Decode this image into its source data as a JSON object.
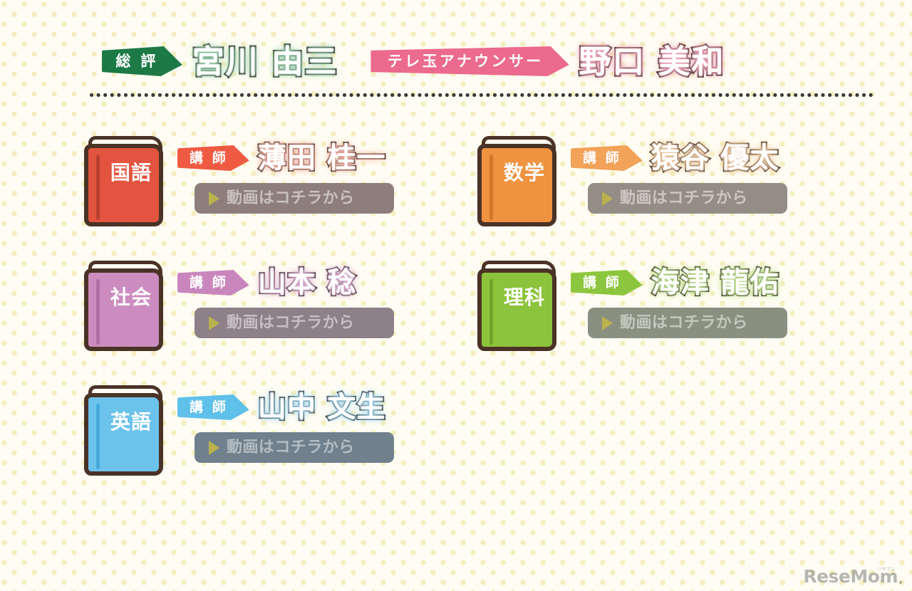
{
  "header": {
    "overall_tag": "総 評",
    "overall_name": "宮川 由三",
    "announcer_tag": "テレ玉アナウンサー",
    "announcer_name": "野口 美和",
    "overall_tag_color": "#1d7a47",
    "announcer_tag_color": "#ec6a8c"
  },
  "common": {
    "teacher_tag": "講 師",
    "video_label": "動画はコチラから",
    "play_icon": "play-triangle-icon"
  },
  "subjects": [
    {
      "label": "国語",
      "teacher_tag": "講 師",
      "teacher_name": "薄田 桂一",
      "video_label": "動画はコチラから",
      "book_color": "#e2543f",
      "book_spine_color": "#b8402f",
      "tag_color": "#ef5b42",
      "name_glow": "#f0b3a6",
      "video_bg": "#8e7e7b",
      "video_text": "#c9c1bf"
    },
    {
      "label": "数学",
      "teacher_tag": "講 師",
      "teacher_name": "猿谷 優太",
      "video_label": "動画はコチラから",
      "book_color": "#ef9340",
      "book_spine_color": "#d4772a",
      "tag_color": "#f2a259",
      "name_glow": "#efc9a1",
      "video_bg": "#948d85",
      "video_text": "#cbc7c1"
    },
    {
      "label": "社会",
      "teacher_tag": "講 師",
      "teacher_name": "山本 稔",
      "video_label": "動画はコチラから",
      "book_color": "#cc8cc0",
      "book_spine_color": "#b06fa5",
      "tag_color": "#c986bd",
      "name_glow": "#e0b6da",
      "video_bg": "#8d8089",
      "video_text": "#c6bfc4"
    },
    {
      "label": "理科",
      "teacher_tag": "講 師",
      "teacher_name": "海津 龍佑",
      "video_label": "動画はコチラから",
      "book_color": "#8cc33c",
      "book_spine_color": "#6fa32a",
      "tag_color": "#8cc63f",
      "name_glow": "#bbdd8f",
      "video_bg": "#8a9080",
      "video_text": "#c4c8bd"
    },
    {
      "label": "英語",
      "teacher_tag": "講 師",
      "teacher_name": "山中 文生",
      "video_label": "動画はコチラから",
      "book_color": "#6bc3ec",
      "book_spine_color": "#46a8d8",
      "tag_color": "#5fc0ea",
      "name_glow": "#a9dcf3",
      "video_bg": "#70808c",
      "video_text": "#b4bcc3"
    }
  ],
  "watermark": {
    "text": "ReseMom",
    "ruby": "リセマム"
  }
}
